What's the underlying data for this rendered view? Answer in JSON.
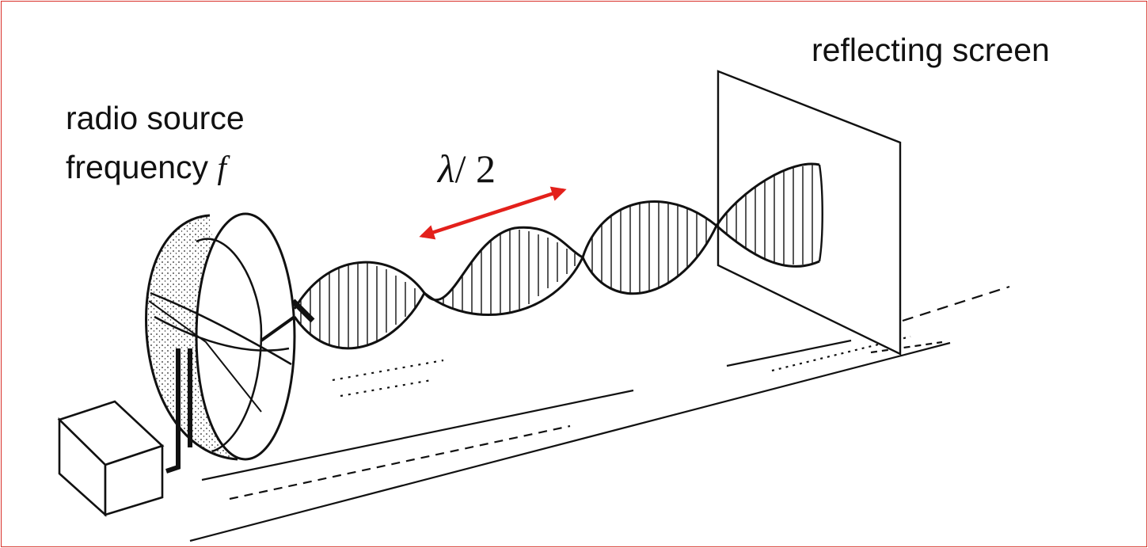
{
  "labels": {
    "screen": "reflecting screen",
    "source_line1": "radio source",
    "source_line2_text": "frequency ",
    "source_line2_symbol": "f",
    "wavelength_symbol": "λ",
    "wavelength_rest": "/ 2"
  },
  "colors": {
    "frame": "#d9302a",
    "arrow": "#e3201b",
    "ink": "#111111"
  }
}
